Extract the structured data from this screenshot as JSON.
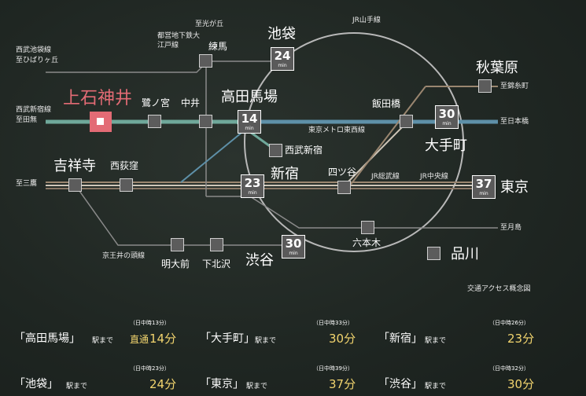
{
  "map": {
    "title": "交通アクセス概念図",
    "lines": {
      "yamanote": "JR山手線",
      "tozai": "東京メトロ東西線",
      "sobu": "JR総武線",
      "chuo": "JR中央線",
      "inokashira": "京王井の頭線"
    },
    "directions": {
      "ikebukuro_line": "西武池袋線",
      "hibarigaoka": "至ひばりヶ丘",
      "shinjuku_line": "西武新宿線",
      "tanashi": "至田無",
      "mitaka": "至三鷹",
      "hikarigaoka": "至光が丘",
      "oedo": "都営地下鉄大江戸線",
      "kinshicho": "至錦糸町",
      "nihonbashi": "至日本橋",
      "tsukishima": "至月島"
    },
    "stations": {
      "home": "上石神井",
      "saginomiya": "鷺ノ宮",
      "nakai": "中井",
      "nerima": "練馬",
      "ikebukuro": "池袋",
      "takadanobaba": "高田馬場",
      "seibushinjuku": "西武新宿",
      "iidabashi": "飯田橋",
      "akihabara": "秋葉原",
      "otemachi": "大手町",
      "kichijoji": "吉祥寺",
      "nishiogikubo": "西荻窪",
      "shinjuku": "新宿",
      "yotsuya": "四ツ谷",
      "tokyo": "東京",
      "roppongi": "六本木",
      "shinagawa": "品川",
      "meidaimae": "明大前",
      "shimokitazawa": "下北沢",
      "shibuya": "渋谷"
    },
    "minutes": {
      "ikebukuro": "24",
      "takadanobaba": "14",
      "otemachi": "30",
      "shinjuku": "23",
      "tokyo": "37",
      "shibuya": "30"
    },
    "min_unit": "min",
    "colors": {
      "seibu": "#6fa89a",
      "tozai": "#5e90a8",
      "chuo": "#a08a70",
      "highlight": "#e36b75",
      "value": "#f2d46e"
    }
  },
  "access": {
    "ekimade": "駅まで",
    "items": [
      {
        "station": "「高田馬場」",
        "note": "（日中時13分）",
        "prefix": "直通",
        "value": "14分"
      },
      {
        "station": "「大手町」",
        "note": "（日中時33分）",
        "prefix": "",
        "value": "30分"
      },
      {
        "station": "「新宿」",
        "note": "（日中時26分）",
        "prefix": "",
        "value": "23分"
      },
      {
        "station": "「池袋」",
        "note": "（日中時23分）",
        "prefix": "",
        "value": "24分"
      },
      {
        "station": "「東京」",
        "note": "（日中時39分）",
        "prefix": "",
        "value": "37分"
      },
      {
        "station": "「渋谷」",
        "note": "（日中時32分）",
        "prefix": "",
        "value": "30分"
      }
    ]
  }
}
